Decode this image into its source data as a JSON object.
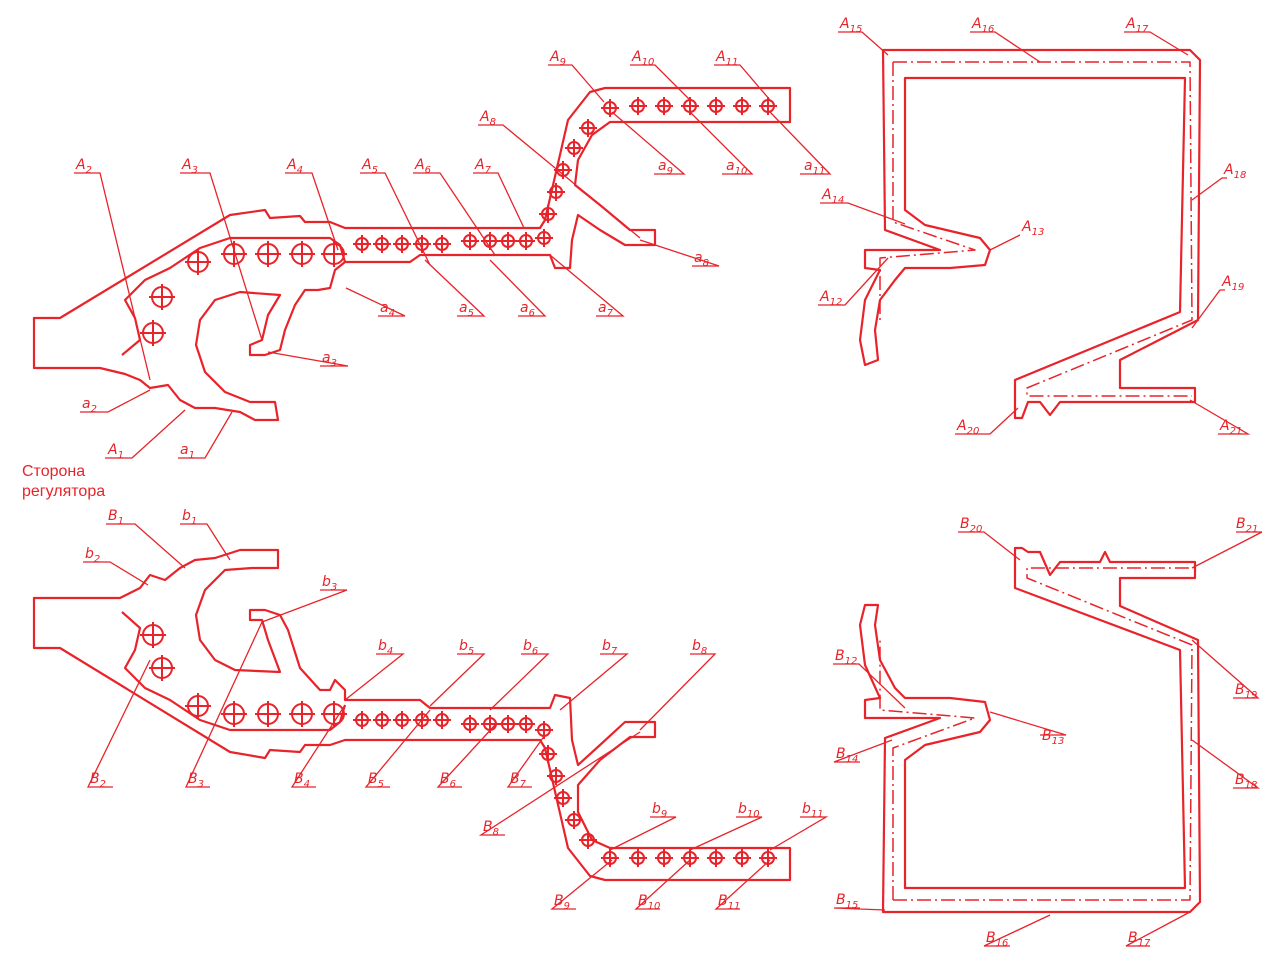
{
  "side_label": {
    "line1": "Сторона",
    "line2": "регулятора"
  },
  "labels": [
    {
      "id": "A1",
      "base": "A",
      "sub": "1"
    },
    {
      "id": "A2",
      "base": "A",
      "sub": "2"
    },
    {
      "id": "A3",
      "base": "A",
      "sub": "3"
    },
    {
      "id": "A4",
      "base": "A",
      "sub": "4"
    },
    {
      "id": "A5",
      "base": "A",
      "sub": "5"
    },
    {
      "id": "A6",
      "base": "A",
      "sub": "6"
    },
    {
      "id": "A7",
      "base": "A",
      "sub": "7"
    },
    {
      "id": "A8",
      "base": "A",
      "sub": "8"
    },
    {
      "id": "A9",
      "base": "A",
      "sub": "9"
    },
    {
      "id": "A10",
      "base": "A",
      "sub": "10"
    },
    {
      "id": "A11",
      "base": "A",
      "sub": "11"
    },
    {
      "id": "A12",
      "base": "A",
      "sub": "12"
    },
    {
      "id": "A13",
      "base": "A",
      "sub": "13"
    },
    {
      "id": "A14",
      "base": "A",
      "sub": "14"
    },
    {
      "id": "A15",
      "base": "A",
      "sub": "15"
    },
    {
      "id": "A16",
      "base": "A",
      "sub": "16"
    },
    {
      "id": "A17",
      "base": "A",
      "sub": "17"
    },
    {
      "id": "A18",
      "base": "A",
      "sub": "18"
    },
    {
      "id": "A19",
      "base": "A",
      "sub": "19"
    },
    {
      "id": "A20",
      "base": "A",
      "sub": "20"
    },
    {
      "id": "A21",
      "base": "A",
      "sub": "21"
    },
    {
      "id": "a1",
      "base": "a",
      "sub": "1"
    },
    {
      "id": "a2",
      "base": "a",
      "sub": "2"
    },
    {
      "id": "a3",
      "base": "a",
      "sub": "3"
    },
    {
      "id": "a4",
      "base": "a",
      "sub": "4"
    },
    {
      "id": "a5",
      "base": "a",
      "sub": "5"
    },
    {
      "id": "a6",
      "base": "a",
      "sub": "6"
    },
    {
      "id": "a7",
      "base": "a",
      "sub": "7"
    },
    {
      "id": "a8",
      "base": "a",
      "sub": "8"
    },
    {
      "id": "a9",
      "base": "a",
      "sub": "9"
    },
    {
      "id": "a10",
      "base": "a",
      "sub": "10"
    },
    {
      "id": "a11",
      "base": "a",
      "sub": "11"
    },
    {
      "id": "B1",
      "base": "B",
      "sub": "1"
    },
    {
      "id": "B2",
      "base": "B",
      "sub": "2"
    },
    {
      "id": "B3",
      "base": "B",
      "sub": "3"
    },
    {
      "id": "B4",
      "base": "B",
      "sub": "4"
    },
    {
      "id": "B5",
      "base": "B",
      "sub": "5"
    },
    {
      "id": "B6",
      "base": "B",
      "sub": "6"
    },
    {
      "id": "B7",
      "base": "B",
      "sub": "7"
    },
    {
      "id": "B8",
      "base": "B",
      "sub": "8"
    },
    {
      "id": "B9",
      "base": "B",
      "sub": "9"
    },
    {
      "id": "B10",
      "base": "B",
      "sub": "10"
    },
    {
      "id": "B11",
      "base": "B",
      "sub": "11"
    },
    {
      "id": "B12",
      "base": "B",
      "sub": "12"
    },
    {
      "id": "B13",
      "base": "B",
      "sub": "13"
    },
    {
      "id": "B14",
      "base": "B",
      "sub": "14"
    },
    {
      "id": "B15",
      "base": "B",
      "sub": "15"
    },
    {
      "id": "B16",
      "base": "B",
      "sub": "16"
    },
    {
      "id": "B17",
      "base": "B",
      "sub": "17"
    },
    {
      "id": "B18",
      "base": "B",
      "sub": "18"
    },
    {
      "id": "B19",
      "base": "B",
      "sub": "19"
    },
    {
      "id": "B20",
      "base": "B",
      "sub": "20"
    },
    {
      "id": "B21",
      "base": "B",
      "sub": "21"
    },
    {
      "id": "b1",
      "base": "b",
      "sub": "1"
    },
    {
      "id": "b2",
      "base": "b",
      "sub": "2"
    },
    {
      "id": "b3",
      "base": "b",
      "sub": "3"
    },
    {
      "id": "b4",
      "base": "b",
      "sub": "4"
    },
    {
      "id": "b5",
      "base": "b",
      "sub": "5"
    },
    {
      "id": "b6",
      "base": "b",
      "sub": "6"
    },
    {
      "id": "b7",
      "base": "b",
      "sub": "7"
    },
    {
      "id": "b8",
      "base": "b",
      "sub": "8"
    },
    {
      "id": "b9",
      "base": "b",
      "sub": "9"
    },
    {
      "id": "b10",
      "base": "b",
      "sub": "10"
    },
    {
      "id": "b11",
      "base": "b",
      "sub": "11"
    }
  ],
  "colors": {
    "line": "#e8232a",
    "background": "#ffffff"
  }
}
